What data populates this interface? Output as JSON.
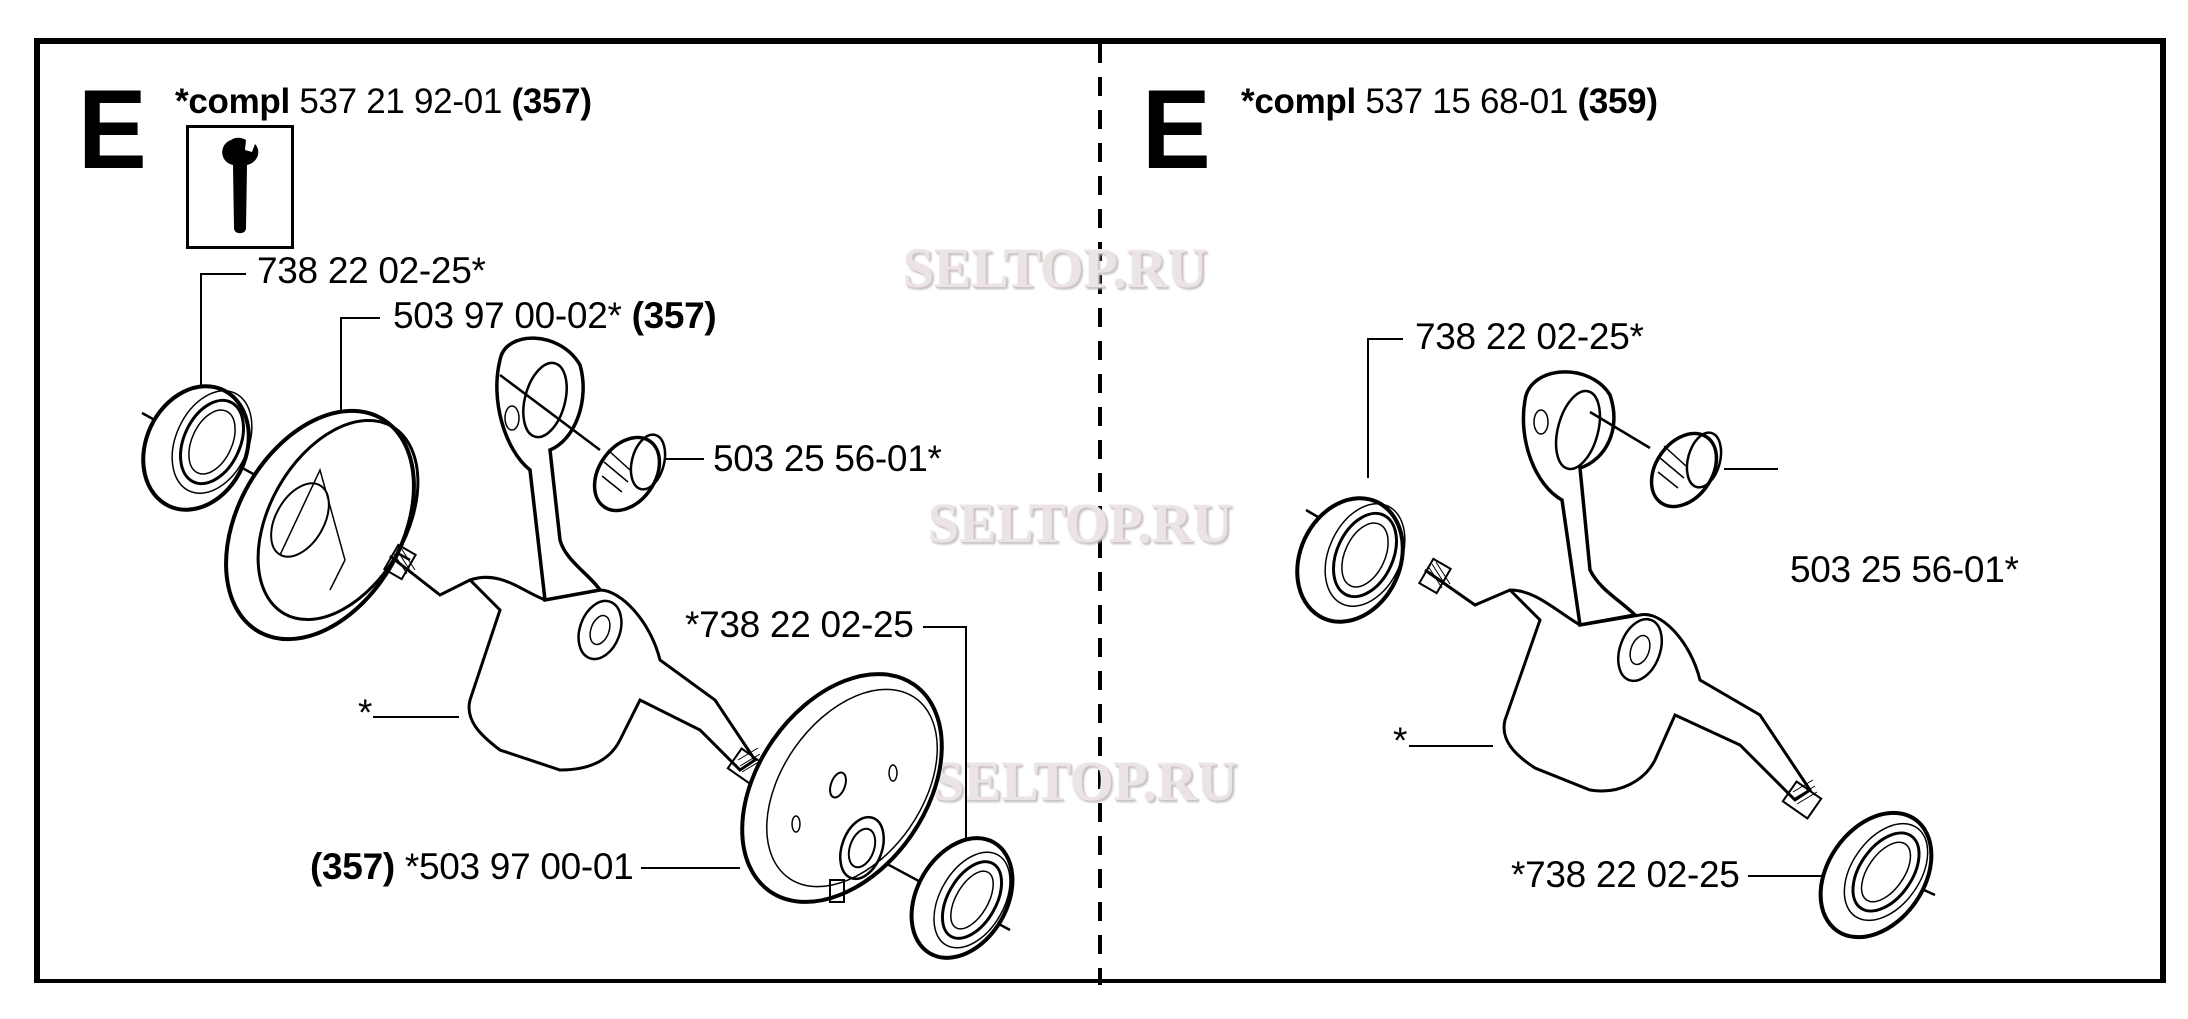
{
  "document": {
    "type": "exploded parts diagram",
    "section_letter": "E"
  },
  "watermarks": [
    "SELTOP.RU",
    "SELTOP.RU",
    "SELTOP.RU"
  ],
  "left_panel": {
    "letter": "E",
    "header": {
      "prefix": "*compl",
      "part_no": "537 21 92-01",
      "ref": "(357)"
    },
    "tool_icon": "wrench-icon",
    "labels": {
      "bearing_top": {
        "text": "738 22 02-25*"
      },
      "crankcase_half": {
        "text": "503 97 00-02*",
        "ref": "(357)"
      },
      "needle_bearing": {
        "text": "503 25 56-01*"
      },
      "bearing_bottom": {
        "text": "*738 22 02-25"
      },
      "crankshaft": {
        "text": "*"
      },
      "crankcase_half_2": {
        "ref": "(357)",
        "text": "*503 97 00-01"
      }
    }
  },
  "right_panel": {
    "letter": "E",
    "header": {
      "prefix": "*compl",
      "part_no": "537 15 68-01",
      "ref": "(359)"
    },
    "labels": {
      "bearing_top": {
        "text": "738 22 02-25*"
      },
      "needle_bearing": {
        "text": "503 25 56-01*"
      },
      "crankshaft": {
        "text": "*"
      },
      "bearing_bottom": {
        "text": "*738 22 02-25"
      }
    }
  }
}
